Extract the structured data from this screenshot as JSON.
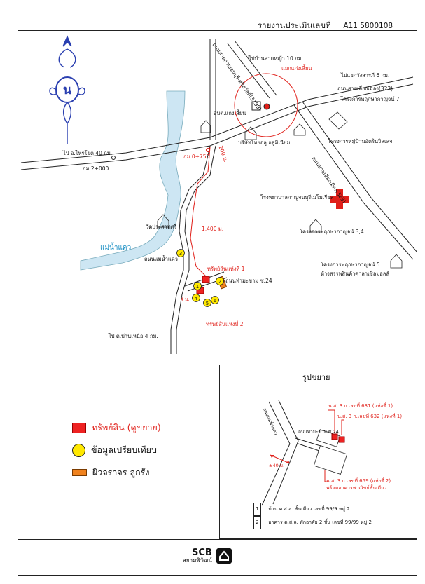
{
  "header": {
    "report_label": "รายงานประเมินเลขที่",
    "report_code": "A11 5800108"
  },
  "map_labels": {
    "to_ban_lat_ya": "ไปบ้านลาดหญ้า 10 กม.",
    "to_kan_yak": "แยกแก่งเสี้ยน",
    "to_ring_road": "ไปแยกวังสารภี 6 กม.",
    "road_323": "ถนนสายเลี่ยงเมือง(323)",
    "project_7": "โครงการพฤกษากาญจน์ 7",
    "road_3199": "ถนนสายกาญจนบุรี-ศรีสวัสดิ์(3199)",
    "obt": "อบต.แก่งเสี้ยน",
    "alu_company": "บริษัทไทยอลู อลูมิเนียม",
    "to_sai_yok": "ไป อ.ไทรโยค 40 กม.",
    "km_marker": "กม.2+000",
    "km_0_750": "กม.0+750",
    "dist_200": "200 ม.",
    "ban_arin": "โครงการหมู่บ้านอัครินวิลเลจ",
    "road_323b": "ถนนสายเลี่ยงเมือง(323)",
    "hospital": "โรงพยาบาลกาญจนบุรีเมโมเรียล",
    "project_3_4": "โครงการพฤกษากาญจน์ 3,4",
    "project_5": "โครงการพฤกษากาญจน์ 5",
    "showroom": "ห้างสรรพสินค้าศาลาเซ็ลมอลล์",
    "river": "แม่น้ำแคว",
    "dist_1400": "1,400 ม.",
    "temple": "วัดประสาทศรี",
    "road_mae_nam_khwae": "ถนนแม่น้ำแคว",
    "prop_1": "ทรัพย์สินแห่งที่ 1",
    "soi_road": "ถนนท่ามะขาม ซ.24",
    "prop_2": "ทรัพย์สินแห่งที่ 2",
    "to_ban_nua": "ไป ต.บ้านเหนือ 4 กม.",
    "soi_dist": "4 ม."
  },
  "comparables": [
    "1",
    "2",
    "3",
    "4",
    "5",
    "6"
  ],
  "legend": {
    "items": [
      {
        "label": "ทรัพย์สิน (ดูขยาย)",
        "kind": "square"
      },
      {
        "label": "ข้อมูลเปรียบเทียบ",
        "kind": "circle"
      },
      {
        "label": "ผิวจราจร ลูกรัง",
        "kind": "bar"
      }
    ]
  },
  "inset": {
    "title": "รูปขยาย",
    "road_v": "ถนนแม่น้ำแคว",
    "road_soi": "ถนนท่ามะขาม ซ.24",
    "dist": "±40 ม.",
    "deed_1": "น.ส. 3 ก.เลขที่ 631 (แห่งที่ 1)",
    "deed_2": "น.ส. 3 ก.เลขที่ 632 (แห่งที่ 1)",
    "deed_3": "น.ส. 3 ก.เลขที่ 659 (แห่งที่ 2)",
    "deed_3b": "พร้อมอาคารพาณิชย์ชั้นเดียว",
    "notes": [
      {
        "num": "1",
        "text": "บ้าน ค.ส.ล. ชั้นเดียว เลขที่ 99/9 หมู่ 2"
      },
      {
        "num": "2",
        "text": "อาคาร ค.ส.ล. พักอาศัย 2 ชั้น เลขที่ 99/99 หมู่ 2"
      }
    ]
  },
  "footer": {
    "bank": "SCB",
    "bank_th": "สยามพิวัฒน์"
  },
  "colors": {
    "accent_red": "#e0201a",
    "comparable_yellow": "#ffe800",
    "laterite_orange": "#f0821e",
    "river_blue": "#cde6f3",
    "emblem_blue": "#2a3fb0"
  }
}
